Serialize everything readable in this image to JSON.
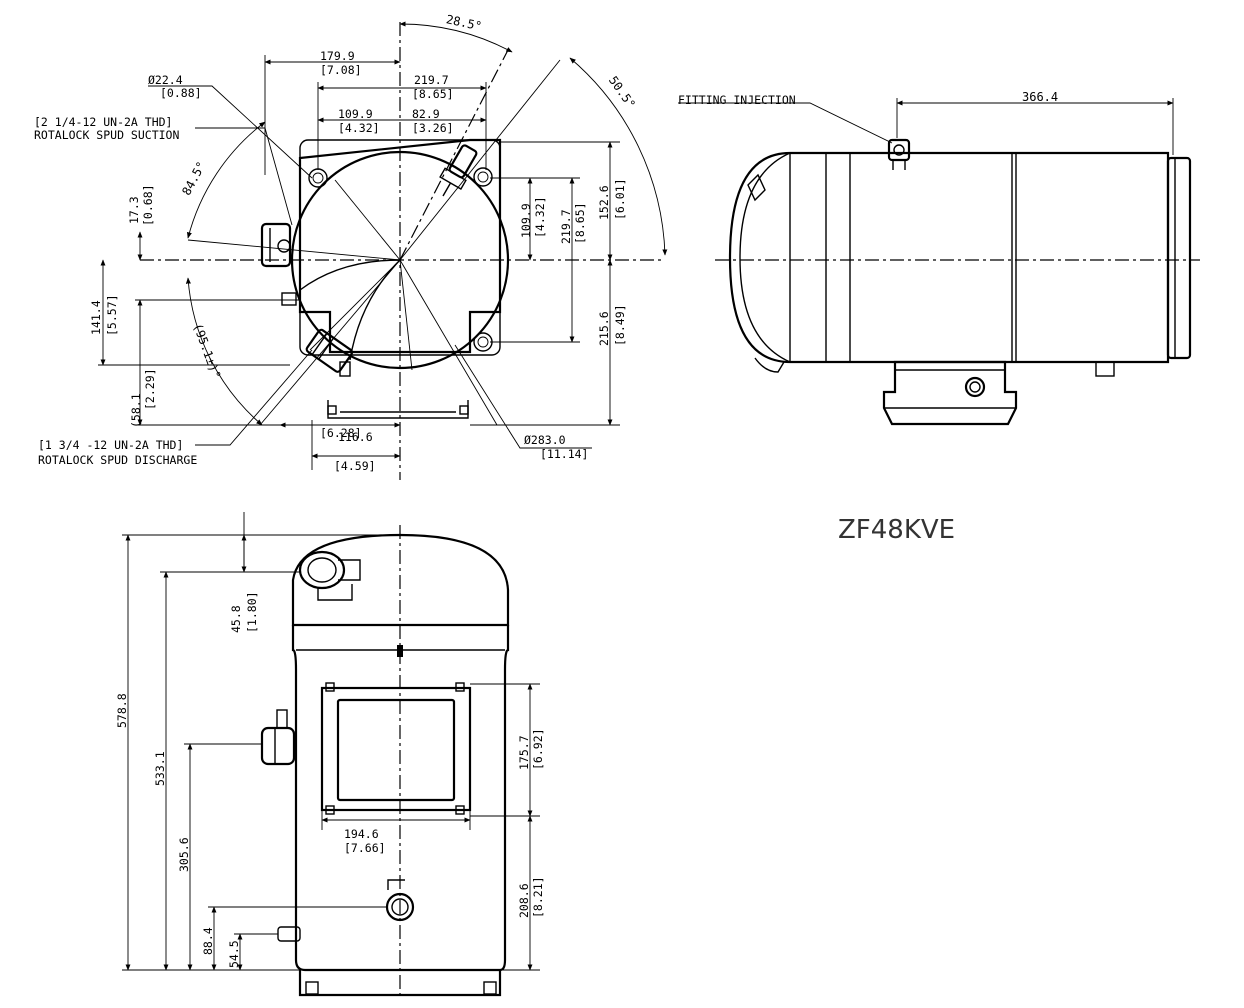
{
  "model": "ZF48KVE",
  "top_view": {
    "angle_top": "28.5°",
    "angle_right": "50.5°",
    "angle_left": "84.5°",
    "angle_lower_left": "(95.1±)°",
    "d_suction": "Ø22.4",
    "d_suction_in": "[0.88]",
    "suction_thread": "[2 1/4-12 UN-2A THD]",
    "suction_label": "ROTALOCK SPUD SUCTION",
    "dim_179_9": "179.9",
    "dim_179_9_in": "[7.08]",
    "dim_219_7": "219.7",
    "dim_219_7_in": "[8.65]",
    "dim_109_9": "109.9",
    "dim_109_9_in": "[4.32]",
    "dim_82_9": "82.9",
    "dim_82_9_in": "[3.26]",
    "dim_17_3": "17.3",
    "dim_17_3_in": "[0.68]",
    "dim_141_4": "141.4",
    "dim_141_4_in": "[5.57]",
    "dim_58_1": "(58.1",
    "dim_58_1_in": "[2.29]",
    "dim_v109_9": "109.9",
    "dim_v109_9_in": "[4.32]",
    "dim_v219_7": "219.7",
    "dim_v219_7_in": "[8.65]",
    "dim_152_6": "152.6",
    "dim_152_6_in": "[6.01]",
    "dim_215_6": "215.6",
    "dim_215_6_in": "[8.49]",
    "dim_bot_in_a": "[6.28]",
    "dim_bot_a": "116.6",
    "dim_bot_in_b": "[4.59]",
    "d_shell": "Ø283.0",
    "d_shell_in": "[11.14]",
    "discharge_thread": "[1 3/4 -12 UN-2A THD]",
    "discharge_label": "ROTALOCK SPUD DISCHARGE"
  },
  "side_view": {
    "fitting_label": "FITTING INJECTION",
    "length": "366.4"
  },
  "front_view": {
    "h_578_8": "578.8",
    "h_533_1": "533.1",
    "h_305_6": "305.6",
    "h_88_4": "88.4",
    "h_54_5": "54.5",
    "h_45_8": "45.8",
    "h_45_8_in": "[1.80]",
    "h_175_7": "175.7",
    "h_175_7_in": "[6.92]",
    "h_208_6": "208.6",
    "h_208_6_in": "[8.21]",
    "w_194_6": "194.6",
    "w_194_6_in": "[7.66]"
  }
}
